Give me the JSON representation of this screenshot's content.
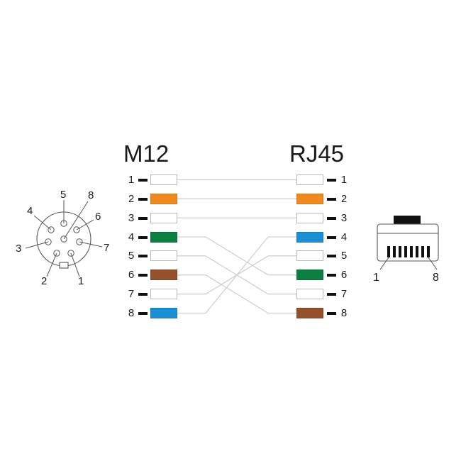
{
  "diagram": {
    "type": "wiring-pinout",
    "background": "#ffffff",
    "left_title": "M12",
    "right_title": "RJ45",
    "colors": {
      "white": "#ffffff",
      "orange": "#f08a1e",
      "green": "#0c8040",
      "blue": "#1a8fd4",
      "brown": "#93502a",
      "outline": "#b9b9b9",
      "wire": "#cccccc",
      "dash": "#111111",
      "text": "#1a1a1a",
      "latch": "#111111"
    }
  },
  "left_connector": {
    "name": "M12",
    "label": "M12",
    "shape": "circular-8-pin",
    "pin_labels": [
      "1",
      "2",
      "3",
      "4",
      "5",
      "6",
      "7",
      "8"
    ]
  },
  "right_connector": {
    "name": "RJ45",
    "label": "RJ45",
    "shape": "modular-jack-8p8c",
    "pin_labels": [
      "1",
      "8"
    ],
    "contact_count": 8
  },
  "left_pins": [
    {
      "number": "1",
      "color": "white",
      "hex": "#ffffff"
    },
    {
      "number": "2",
      "color": "orange",
      "hex": "#f08a1e"
    },
    {
      "number": "3",
      "color": "white",
      "hex": "#ffffff"
    },
    {
      "number": "4",
      "color": "green",
      "hex": "#0c8040"
    },
    {
      "number": "5",
      "color": "white",
      "hex": "#ffffff"
    },
    {
      "number": "6",
      "color": "brown",
      "hex": "#93502a"
    },
    {
      "number": "7",
      "color": "white",
      "hex": "#ffffff"
    },
    {
      "number": "8",
      "color": "blue",
      "hex": "#1a8fd4"
    }
  ],
  "right_pins": [
    {
      "number": "1",
      "color": "white",
      "hex": "#ffffff"
    },
    {
      "number": "2",
      "color": "orange",
      "hex": "#f08a1e"
    },
    {
      "number": "3",
      "color": "white",
      "hex": "#ffffff"
    },
    {
      "number": "4",
      "color": "blue",
      "hex": "#1a8fd4"
    },
    {
      "number": "5",
      "color": "white",
      "hex": "#ffffff"
    },
    {
      "number": "6",
      "color": "green",
      "hex": "#0c8040"
    },
    {
      "number": "7",
      "color": "white",
      "hex": "#ffffff"
    },
    {
      "number": "8",
      "color": "brown",
      "hex": "#93502a"
    }
  ],
  "connections": [
    {
      "from": "1",
      "to": "1",
      "color": "white"
    },
    {
      "from": "2",
      "to": "2",
      "color": "orange"
    },
    {
      "from": "3",
      "to": "3",
      "color": "white"
    },
    {
      "from": "4",
      "to": "6",
      "color": "green"
    },
    {
      "from": "5",
      "to": "7",
      "color": "white"
    },
    {
      "from": "6",
      "to": "8",
      "color": "brown"
    },
    {
      "from": "7",
      "to": "5",
      "color": "white"
    },
    {
      "from": "8",
      "to": "4",
      "color": "blue"
    }
  ]
}
